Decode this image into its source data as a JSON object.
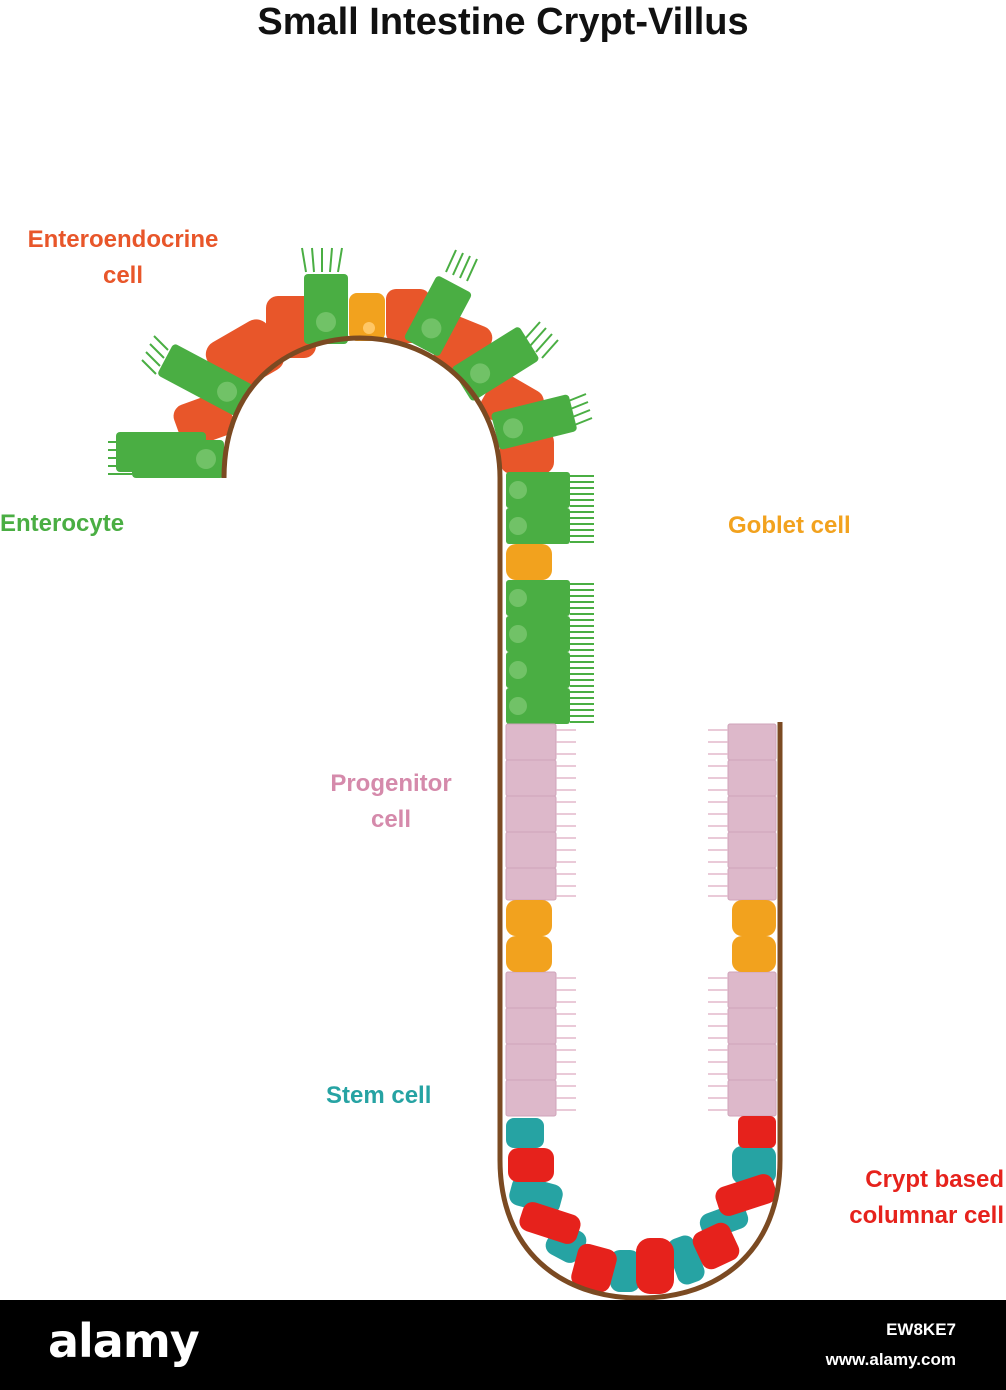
{
  "title": "Small Intestine Crypt-Villus",
  "labels": {
    "enteroendocrine": [
      "Enteroendocrine",
      "cell"
    ],
    "enterocyte": "Enterocyte",
    "goblet": "Goblet cell",
    "progenitor": [
      "Progenitor",
      "cell"
    ],
    "stem": "Stem cell",
    "crypt_based": [
      "Crypt based",
      "columnar cell"
    ]
  },
  "colors": {
    "enteroendocrine": "#e8562a",
    "enterocyte": "#4aae43",
    "goblet": "#f2a21e",
    "progenitor": "#d58aab",
    "stem": "#26a3a3",
    "crypt_based": "#e6221c",
    "membrane": "#7b4a22"
  },
  "watermark": {
    "brand": "alamy",
    "image_id": "EW8KE7",
    "url": "www.alamy.com"
  }
}
